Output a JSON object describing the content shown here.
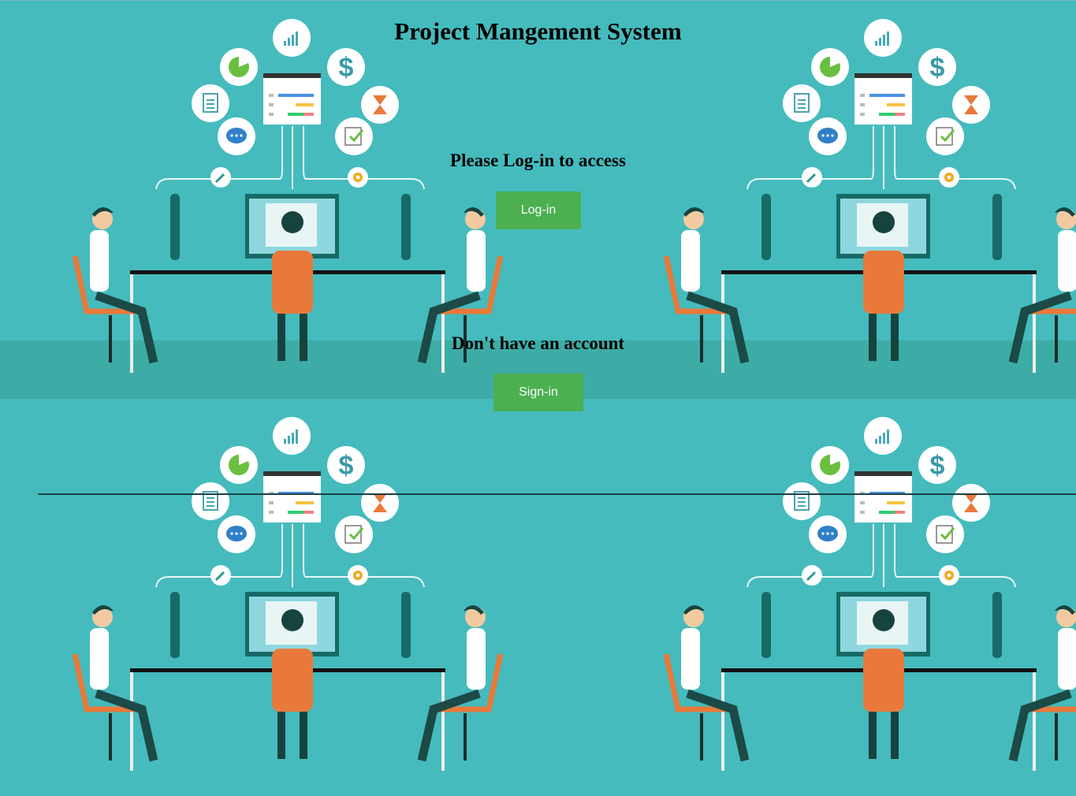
{
  "page": {
    "title": "Project Mangement System",
    "login_prompt": "Please Log-in to access",
    "login_button": "Log-in",
    "signup_prompt": "Don't have an account",
    "signin_button": "Sign-in"
  },
  "background": {
    "illustration": "team-of-developers-at-desks",
    "icons": [
      "bar-chart-icon",
      "pie-chart-icon",
      "dollar-icon",
      "document-icon",
      "hourglass-icon",
      "chat-icon",
      "checklist-icon",
      "wrench-icon",
      "gear-icon"
    ],
    "colors": {
      "background": "#45bbbd",
      "floor": "#3eaca6",
      "button": "#4caf50",
      "chair": "#e8793a"
    }
  }
}
